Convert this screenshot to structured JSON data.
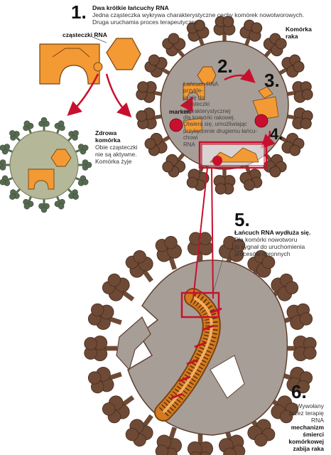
{
  "colors": {
    "cell": "#a89e98",
    "cell_dark": "#5e4030",
    "receptor": "#6e4a36",
    "healthy": "#b4b898",
    "healthy_receptor": "#566a50",
    "orange": "#f39a34",
    "red": "#c8102e",
    "strand": "#d47a20"
  },
  "step1": {
    "number": "1.",
    "title": "Dwa krótkie łańcuchy RNA",
    "line1": "Jedna cząsteczka wykrywa charakterystyczne cechy komórek nowotworowych.",
    "line2": "Druga uruchamia proces terapeutyczny"
  },
  "labels": {
    "rna_particles": "cząsteczki RNA",
    "cancer_cell_1": "Komórka",
    "cancer_cell_2": "raka",
    "marker": "marker"
  },
  "healthy": {
    "title_1": "Zdrowa",
    "title_2": "komórka",
    "line1": "Obie cząsteczki",
    "line2": "nie są aktywne.",
    "line3": "Komórka żyje"
  },
  "step2": {
    "number": "2.",
    "lines": [
      "Łańcuch RNA",
      "przykle-",
      "ja się do",
      "cząsteczki",
      "charakterystycznej",
      "dla komórki rakowej.",
      "Otwiera się, umożliwiając",
      "przyłączenie drugiemu łańcu-",
      "chowi",
      "RNA"
    ]
  },
  "step3": {
    "number": "3."
  },
  "step4": {
    "number": "4."
  },
  "step5": {
    "number": "5.",
    "title": "Łańcuch RNA wydłuża się.",
    "line1": "Dla komórki nowotworu",
    "line2": "to sygnał do uruchomienia",
    "line3": "procesów obronnych"
  },
  "step6": {
    "number": "6.",
    "line1": "Wywołany",
    "line2": "przez terapię",
    "line3": "RNA",
    "bold1": "mechanizm",
    "bold2": "śmierci",
    "bold3": "komórkowej",
    "line4": "zabija raka"
  }
}
